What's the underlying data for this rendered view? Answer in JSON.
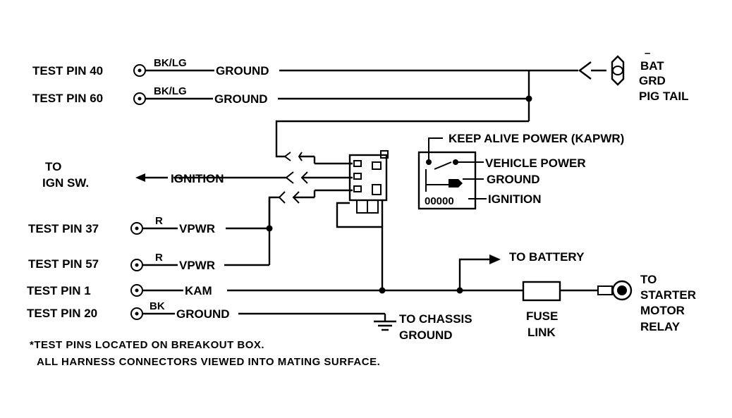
{
  "pins": [
    {
      "label": "TEST PIN 40",
      "color": "BK/LG",
      "signal": "GROUND"
    },
    {
      "label": "TEST PIN 60",
      "color": "BK/LG",
      "signal": "GROUND"
    },
    {
      "label": "TEST PIN 37",
      "color": "R",
      "signal": "VPWR"
    },
    {
      "label": "TEST PIN 57",
      "color": "R",
      "signal": "VPWR"
    },
    {
      "label": "TEST PIN 1",
      "color": "",
      "signal": "KAM"
    },
    {
      "label": "TEST PIN 20",
      "color": "BK",
      "signal": "GROUND"
    }
  ],
  "labels": {
    "to_ign_1": "TO",
    "to_ign_2": "IGN  SW.",
    "ignition": "IGNITION",
    "bat_bar": "–",
    "bat_1": "BAT",
    "bat_2": "GRD",
    "bat_3": "PIG TAIL",
    "kapwr": "KEEP ALIVE POWER (KAPWR)",
    "vehicle_power": "VEHICLE POWER",
    "conn_ground": "GROUND",
    "conn_ignition": "IGNITION",
    "to_battery": "TO BATTERY",
    "fuse_1": "FUSE",
    "fuse_2": "LINK",
    "starter_1": "TO",
    "starter_2": "STARTER",
    "starter_3": "MOTOR",
    "starter_4": "RELAY",
    "chassis_1": "TO CHASSIS",
    "chassis_2": "GROUND",
    "footnote_1": "*TEST PINS LOCATED ON BREAKOUT BOX.",
    "footnote_2": "ALL HARNESS CONNECTORS VIEWED INTO MATING SURFACE.",
    "connector_pins": "00000"
  }
}
